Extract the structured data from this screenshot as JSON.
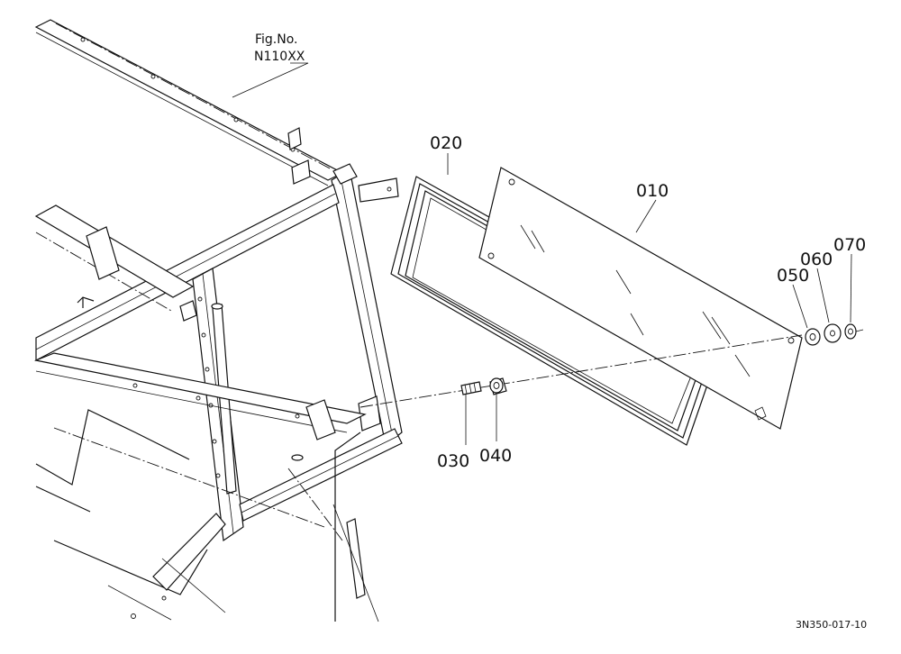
{
  "figure": {
    "fig_label": "Fig.No.",
    "fig_number": "N110XX",
    "drawing_code": "3N350-017-10"
  },
  "parts": [
    {
      "id": "010"
    },
    {
      "id": "020"
    },
    {
      "id": "030"
    },
    {
      "id": "040"
    },
    {
      "id": "050"
    },
    {
      "id": "060"
    },
    {
      "id": "070"
    }
  ],
  "colors": {
    "line": "#111111",
    "background": "#ffffff"
  }
}
